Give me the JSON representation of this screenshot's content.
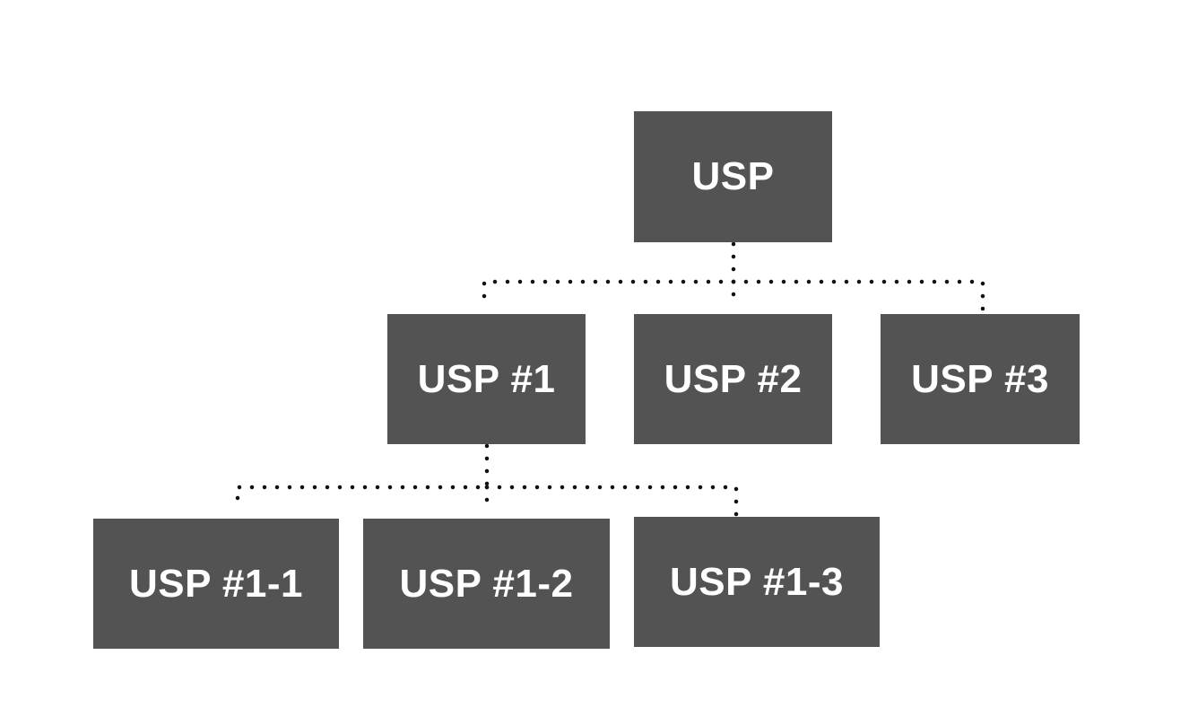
{
  "diagram": {
    "box_color": "#535353",
    "text_color": "#ffffff",
    "connector_color": "#111111",
    "nodes": {
      "root": {
        "label": "USP"
      },
      "usp1": {
        "label": "USP #1"
      },
      "usp2": {
        "label": "USP #2"
      },
      "usp3": {
        "label": "USP #3"
      },
      "usp1_1": {
        "label": "USP #1-1"
      },
      "usp1_2": {
        "label": "USP #1-2"
      },
      "usp1_3": {
        "label": "USP #1-3"
      }
    },
    "edges": [
      {
        "from": "USP",
        "to": "USP #1"
      },
      {
        "from": "USP",
        "to": "USP #2"
      },
      {
        "from": "USP",
        "to": "USP #3"
      },
      {
        "from": "USP #1",
        "to": "USP #1-1"
      },
      {
        "from": "USP #1",
        "to": "USP #1-2"
      },
      {
        "from": "USP #1",
        "to": "USP #1-3"
      }
    ],
    "connector_style": "dotted"
  }
}
